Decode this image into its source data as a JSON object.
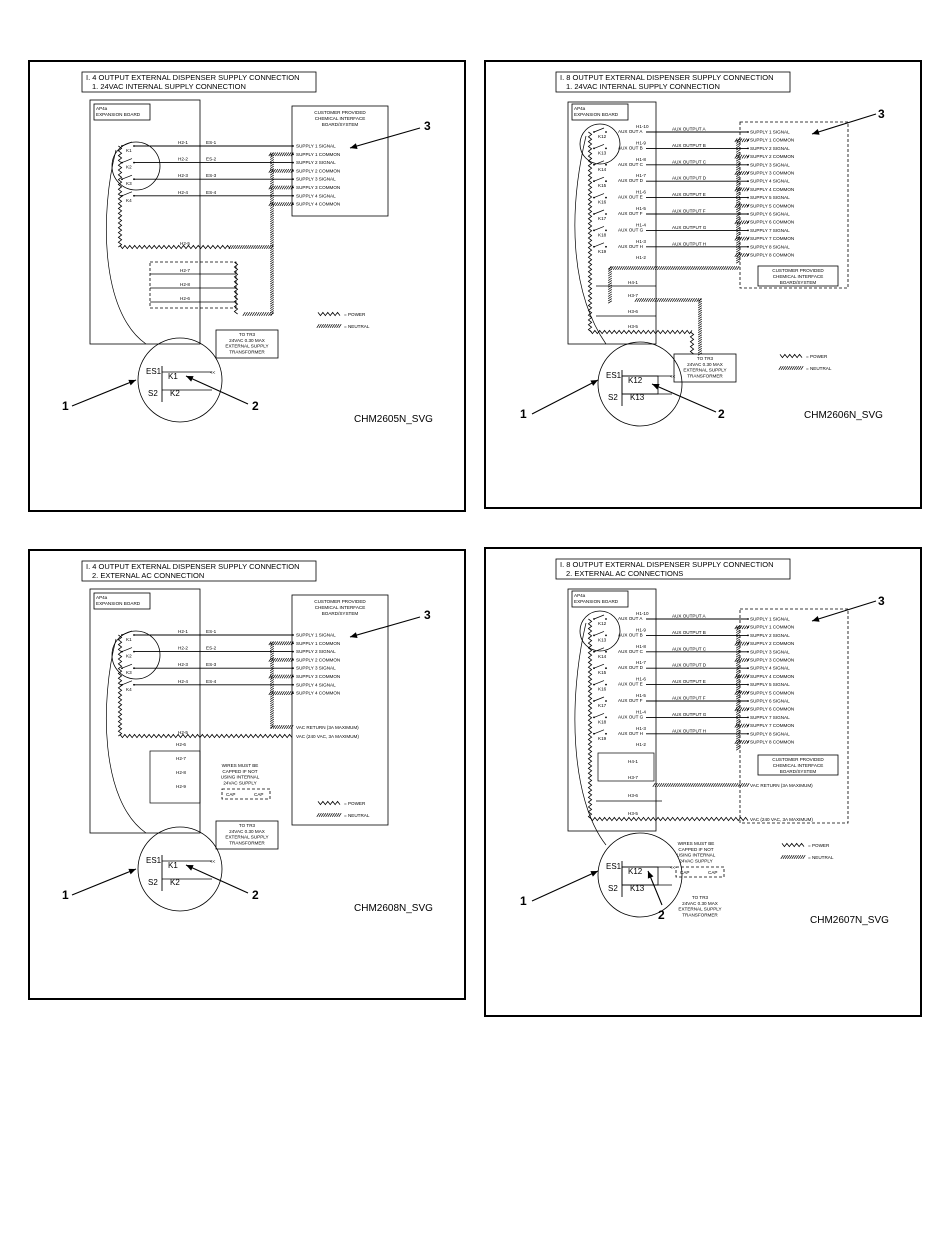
{
  "panels": [
    {
      "id": "p1",
      "title_line1": "I.  4  OUTPUT  EXTERNAL  DISPENSER  SUPPLY  CONNECTION",
      "title_line2": "1.  24VAC  INTERNAL  SUPPLY  CONNECTION",
      "board_label": "AP4a\nEXPANSION BOARD",
      "customer_label": "CUSTOMER PROVIDED\nCHEMICAL INTERFACE\nBOARD/SYSTEM",
      "supply_rows": [
        "SUPPLY 1 SIGNAL",
        "SUPPLY 1 COMMON",
        "SUPPLY 2 SIGNAL",
        "SUPPLY 2 COMMON",
        "SUPPLY 3 SIGNAL",
        "SUPPLY 3 COMMON",
        "SUPPLY 4 SIGNAL",
        "SUPPLY 4 COMMON"
      ],
      "relays": [
        "K1",
        "K2",
        "K3",
        "K4"
      ],
      "h_labels": [
        "H2-1",
        "H2-2",
        "H2-3",
        "H2-4"
      ],
      "es_labels": [
        "ES-1",
        "ES-2",
        "ES-3",
        "ES-4"
      ],
      "h_lower": [
        "H2-5",
        "H2-7",
        "H2-8",
        "H2-6"
      ],
      "transformer_label": "TO TR3\n24VAC 0.30 MAX\nEXTERNAL SUPPLY\nTRANSFORMER",
      "legend_power": "= POWER",
      "legend_neutral": "= NEUTRAL",
      "detail_es": "ES1",
      "detail_relay_top": "K1",
      "detail_relay_bottom": "K2",
      "detail_s": "S2",
      "code": "CHM2605N_SVG",
      "callouts": [
        "1",
        "2",
        "3"
      ]
    },
    {
      "id": "p2",
      "title_line1": "I.  8  OUTPUT  EXTERNAL  DISPENSER  SUPPLY  CONNECTION",
      "title_line2": "1.  24VAC  INTERNAL  SUPPLY  CONNECTION",
      "board_label": "AP4a\nEXPANSION BOARD",
      "customer_label": "CUSTOMER PROVIDED\nCHEMICAL INTERFACE\nBOARD/SYSTEM",
      "supply_rows": [
        "SUPPLY 1 SIGNAL",
        "SUPPLY 1 COMMON",
        "SUPPLY 2 SIGNAL",
        "SUPPLY 2 COMMON",
        "SUPPLY 3 SIGNAL",
        "SUPPLY 3 COMMON",
        "SUPPLY 4 SIGNAL",
        "SUPPLY 4 COMMON",
        "SUPPLY 5 SIGNAL",
        "SUPPLY 5 COMMON",
        "SUPPLY 6 SIGNAL",
        "SUPPLY 6 COMMON",
        "SUPPLY 7 SIGNAL",
        "SUPPLY 7 COMMON",
        "SUPPLY 8 SIGNAL",
        "SUPPLY 8 COMMON"
      ],
      "relays": [
        "K12",
        "K13",
        "K14",
        "K15",
        "K16",
        "K17",
        "K18",
        "K19"
      ],
      "aux_outs": [
        "AUX OUT A",
        "AUX OUT B",
        "AUX OUT C",
        "AUX OUT D",
        "AUX OUT E",
        "AUX OUT F",
        "AUX OUT G",
        "AUX OUT H"
      ],
      "aux_outputs": [
        "AUX OUTPUT A",
        "AUX OUTPUT B",
        "AUX OUTPUT C",
        "AUX OUTPUT D",
        "AUX OUTPUT E",
        "AUX OUTPUT F",
        "AUX OUTPUT G",
        "AUX OUTPUT H"
      ],
      "h_labels": [
        "H1-10",
        "H1-9",
        "H1-8",
        "H1-7",
        "H1-6",
        "H1-5",
        "H1-4",
        "H1-3",
        "H1-2"
      ],
      "h_lower": [
        "H4-1",
        "H3-7",
        "H3-6",
        "H3-5"
      ],
      "transformer_label": "TO TR3\n24VAC 0.30 MAX\nEXTERNAL SUPPLY\nTRANSFORMER",
      "legend_power": "= POWER",
      "legend_neutral": "= NEUTRAL",
      "detail_es": "ES1",
      "detail_relay_top": "K12",
      "detail_relay_bottom": "K13",
      "detail_s": "S2",
      "code": "CHM2606N_SVG",
      "callouts": [
        "1",
        "2",
        "3"
      ]
    },
    {
      "id": "p3",
      "title_line1": "I.  4  OUTPUT  EXTERNAL  DISPENSER  SUPPLY  CONNECTION",
      "title_line2": "2.  EXTERNAL  AC  CONNECTION",
      "board_label": "AP4a\nEXPANSION BOARD",
      "customer_label": "CUSTOMER PROVIDED\nCHEMICAL INTERFACE\nBOARD/SYSTEM",
      "supply_rows": [
        "SUPPLY 1 SIGNAL",
        "SUPPLY 1 COMMON",
        "SUPPLY 2 SIGNAL",
        "SUPPLY 2 COMMON",
        "SUPPLY 3 SIGNAL",
        "SUPPLY 3 COMMON",
        "SUPPLY 4 SIGNAL",
        "SUPPLY 4 COMMON"
      ],
      "relays": [
        "K1",
        "K2",
        "K3",
        "K4"
      ],
      "h_labels": [
        "H2-1",
        "H2-2",
        "H2-3",
        "H2-4"
      ],
      "es_labels": [
        "ES-1",
        "ES-2",
        "ES-3",
        "ES-4"
      ],
      "h_lower": [
        "H2-5",
        "H2-6",
        "H2-7",
        "H2-8",
        "H2-9"
      ],
      "vac_return": "VAC RETURN (3A MAXIMUM)",
      "vac_supply": "VAC (240 VAC, 3A MAXIMUM)",
      "wires_note": "WIRES MUST BE\nCAPPED IF NOT\nUSING INTERNAL\n24VAC SUPPLY",
      "cap": "CAP",
      "transformer_label": "TO TR3\n24VAC 0.30 MAX\nEXTERNAL SUPPLY\nTRANSFORMER",
      "legend_power": "= POWER",
      "legend_neutral": "= NEUTRAL",
      "detail_es": "ES1",
      "detail_relay_top": "K1",
      "detail_relay_bottom": "K2",
      "detail_s": "S2",
      "code": "CHM2608N_SVG",
      "callouts": [
        "1",
        "2",
        "3"
      ]
    },
    {
      "id": "p4",
      "title_line1": "I.  8  OUTPUT  EXTERNAL  DISPENSER  SUPPLY  CONNECTION",
      "title_line2": "2.  EXTERNAL  AC  CONNECTIONS",
      "board_label": "AP4a\nEXPANSION BOARD",
      "customer_label": "CUSTOMER PROVIDED\nCHEMICAL INTERFACE\nBOARD/SYSTEM",
      "supply_rows": [
        "SUPPLY 1 SIGNAL",
        "SUPPLY 1 COMMON",
        "SUPPLY 2 SIGNAL",
        "SUPPLY 2 COMMON",
        "SUPPLY 3 SIGNAL",
        "SUPPLY 3 COMMON",
        "SUPPLY 4 SIGNAL",
        "SUPPLY 4 COMMON",
        "SUPPLY 5 SIGNAL",
        "SUPPLY 5 COMMON",
        "SUPPLY 6 SIGNAL",
        "SUPPLY 6 COMMON",
        "SUPPLY 7 SIGNAL",
        "SUPPLY 7 COMMON",
        "SUPPLY 8 SIGNAL",
        "SUPPLY 8 COMMON"
      ],
      "relays": [
        "K12",
        "K13",
        "K14",
        "K15",
        "K16",
        "K17",
        "K18",
        "K19"
      ],
      "aux_outs": [
        "AUX OUT A",
        "AUX OUT B",
        "AUX OUT C",
        "AUX OUT D",
        "AUX OUT E",
        "AUX OUT F",
        "AUX OUT G",
        "AUX OUT H"
      ],
      "aux_outputs": [
        "AUX OUTPUT A",
        "AUX OUTPUT B",
        "AUX OUTPUT C",
        "AUX OUTPUT D",
        "AUX OUTPUT E",
        "AUX OUTPUT F",
        "AUX OUTPUT G",
        "AUX OUTPUT H"
      ],
      "h_labels": [
        "H1-10",
        "H1-9",
        "H1-8",
        "H1-7",
        "H1-6",
        "H1-5",
        "H1-4",
        "H1-3",
        "H1-2"
      ],
      "h_lower": [
        "H4-1",
        "H3-7",
        "H3-6",
        "H3-5"
      ],
      "vac_return": "VAC RETURN (3A MAXIMUM)",
      "vac_supply": "VAC (240 VAC, 3A MAXIMUM)",
      "wires_note": "WIRES MUST BE\nCAPPED IF NOT\nUSING INTERNAL\n24VAC SUPPLY",
      "cap": "CAP",
      "transformer_label": "TO TR3\n24VAC 0.30 MAX\nEXTERNAL SUPPLY\nTRANSFORMER",
      "legend_power": "= POWER",
      "legend_neutral": "= NEUTRAL",
      "detail_es": "ES1",
      "detail_relay_top": "K12",
      "detail_relay_bottom": "K13",
      "detail_s": "S2",
      "code": "CHM2607N_SVG",
      "callouts": [
        "1",
        "2",
        "3"
      ]
    }
  ]
}
